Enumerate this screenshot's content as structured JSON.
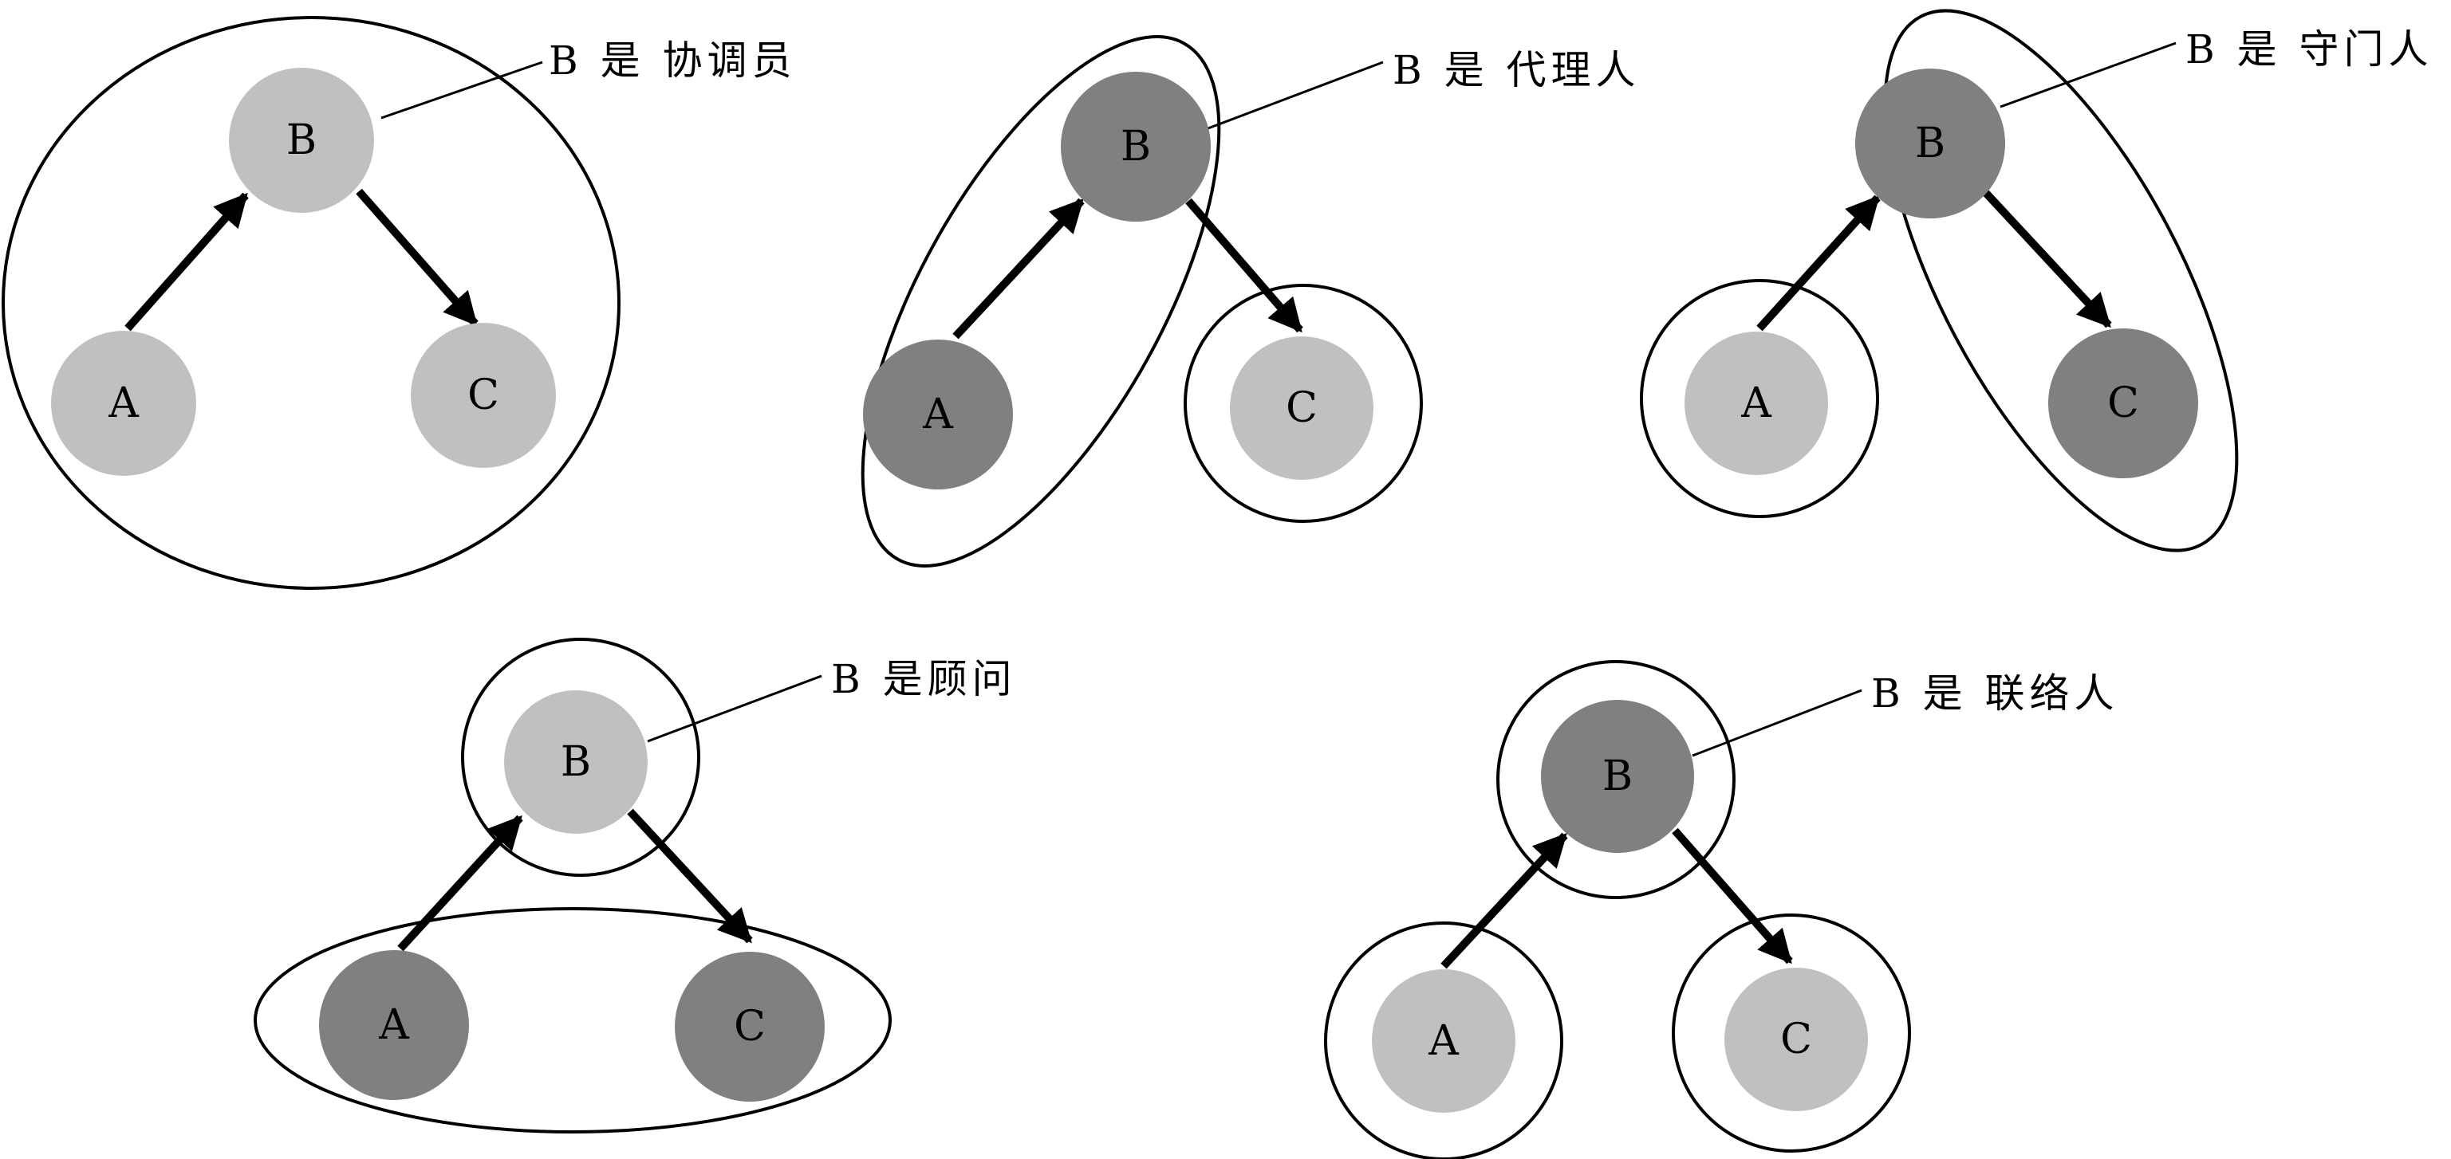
{
  "colors": {
    "light": "#c0c0c0",
    "dark": "#808080",
    "stroke": "#000000",
    "background": "#ffffff"
  },
  "panels": [
    {
      "id": "coordinator",
      "role_label": "B 是 协调员",
      "nodes": [
        {
          "id": "B",
          "label": "B",
          "shade": "light"
        },
        {
          "id": "A",
          "label": "A",
          "shade": "light"
        },
        {
          "id": "C",
          "label": "C",
          "shade": "light"
        }
      ],
      "groups": [
        [
          "A",
          "B",
          "C"
        ]
      ],
      "flow": [
        "A",
        "B",
        "C"
      ]
    },
    {
      "id": "representative",
      "role_label": "B 是 代理人",
      "nodes": [
        {
          "id": "B",
          "label": "B",
          "shade": "dark"
        },
        {
          "id": "A",
          "label": "A",
          "shade": "dark"
        },
        {
          "id": "C",
          "label": "C",
          "shade": "light"
        }
      ],
      "groups": [
        [
          "A",
          "B"
        ],
        [
          "C"
        ]
      ],
      "flow": [
        "A",
        "B",
        "C"
      ]
    },
    {
      "id": "gatekeeper",
      "role_label": "B 是 守门人",
      "nodes": [
        {
          "id": "B",
          "label": "B",
          "shade": "dark"
        },
        {
          "id": "A",
          "label": "A",
          "shade": "light"
        },
        {
          "id": "C",
          "label": "C",
          "shade": "dark"
        }
      ],
      "groups": [
        [
          "B",
          "C"
        ],
        [
          "A"
        ]
      ],
      "flow": [
        "A",
        "B",
        "C"
      ]
    },
    {
      "id": "consultant",
      "role_label": "B 是顾问",
      "nodes": [
        {
          "id": "B",
          "label": "B",
          "shade": "light"
        },
        {
          "id": "A",
          "label": "A",
          "shade": "dark"
        },
        {
          "id": "C",
          "label": "C",
          "shade": "dark"
        }
      ],
      "groups": [
        [
          "B"
        ],
        [
          "A",
          "C"
        ]
      ],
      "flow": [
        "A",
        "B",
        "C"
      ]
    },
    {
      "id": "liaison",
      "role_label": "B 是 联络人",
      "nodes": [
        {
          "id": "B",
          "label": "B",
          "shade": "dark"
        },
        {
          "id": "A",
          "label": "A",
          "shade": "light"
        },
        {
          "id": "C",
          "label": "C",
          "shade": "light"
        }
      ],
      "groups": [
        [
          "B"
        ],
        [
          "A"
        ],
        [
          "C"
        ]
      ],
      "flow": [
        "A",
        "B",
        "C"
      ]
    }
  ]
}
